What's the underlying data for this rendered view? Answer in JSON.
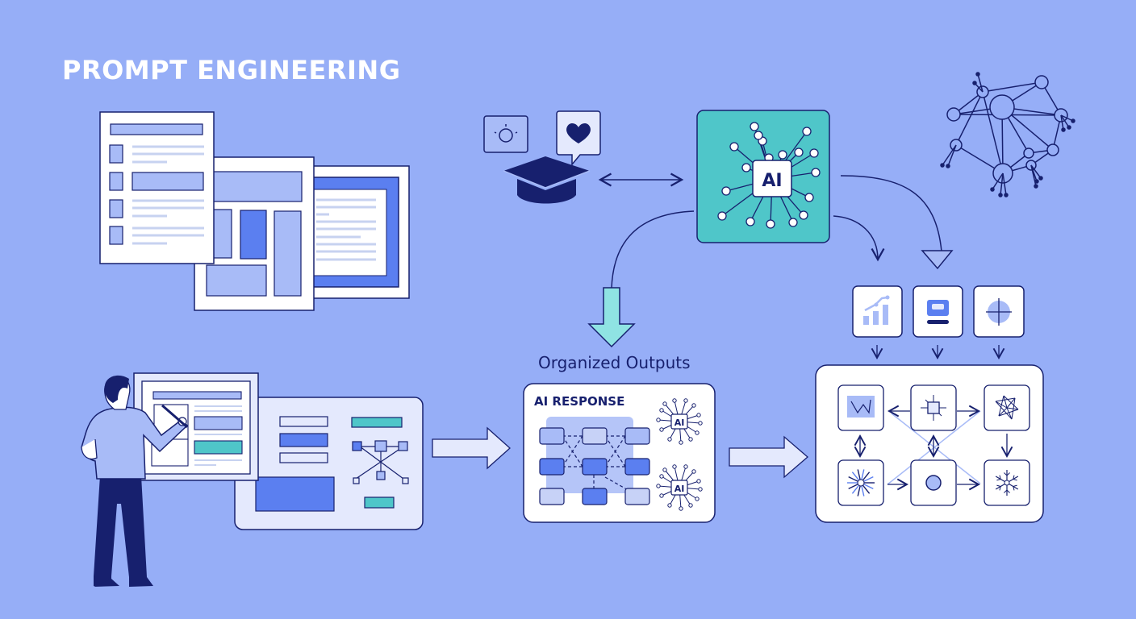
{
  "title": "PROMPT ENGINEERING",
  "colors": {
    "background": "#96aef7",
    "ink": "#17206e",
    "teal": "#4fc6c9",
    "teal_light": "#8fe3e3",
    "blue_mid": "#5b7ff0",
    "blue_light": "#a8bbf7",
    "panel": "#ffffff",
    "panel_soft": "#e4e9fd"
  },
  "ai_hub": {
    "label": "AI"
  },
  "outputs": {
    "heading": "Organized Outputs",
    "card_title": "AI RESPONSE",
    "chip_label": "AI"
  },
  "icons": {
    "lightbulb": "lightbulb-icon",
    "heart": "heart-icon",
    "graduation_cap": "graduation-cap-icon",
    "bar_chart": "bar-chart-icon",
    "robot": "robot-icon",
    "crosshair": "crosshair-icon",
    "network": "network-graph-icon"
  },
  "result_grid": {
    "cells": [
      "chart-node",
      "chip-node",
      "web-node",
      "burst-node",
      "circle-node",
      "snowflake-node"
    ]
  }
}
